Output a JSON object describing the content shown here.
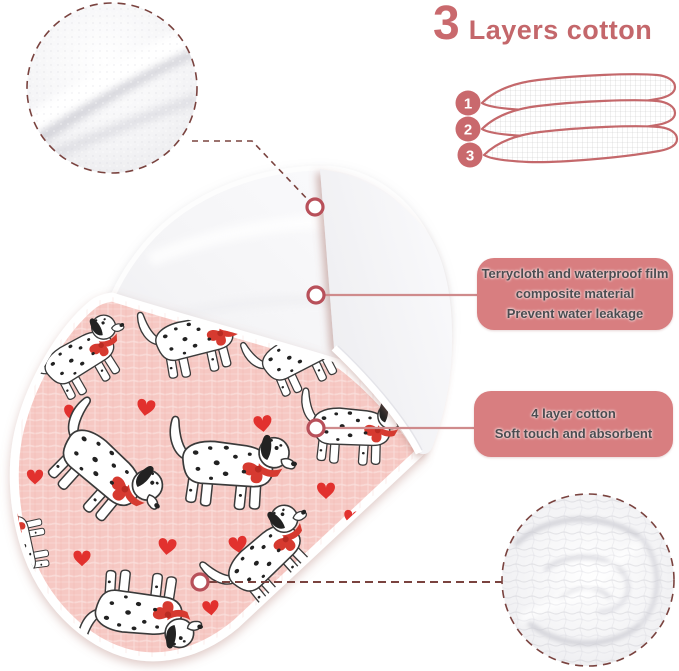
{
  "title": {
    "number": "3",
    "label": "Layers cotton"
  },
  "layer_diagram": {
    "layers": [
      {
        "number": "1"
      },
      {
        "number": "2"
      },
      {
        "number": "3"
      }
    ]
  },
  "callouts": {
    "waterproof": {
      "lines": [
        "Terrycloth and waterproof film",
        "composite material",
        "Prevent water leakage"
      ]
    },
    "cotton": {
      "lines": [
        "4 layer cotton",
        "Soft touch and absorbent"
      ]
    }
  },
  "colors": {
    "accent": "#c4676b",
    "number_circle": "#c9696d",
    "callout_bg": "#d87e80",
    "callout_text": "#4c4c50",
    "dashed_line": "#7a433f",
    "connector_line": "#cf8b8c",
    "ring_marker": "#b8505a",
    "pad_pink": "#f6c8c3",
    "heart_red": "#e2312e",
    "bow_red": "#d63a30"
  }
}
